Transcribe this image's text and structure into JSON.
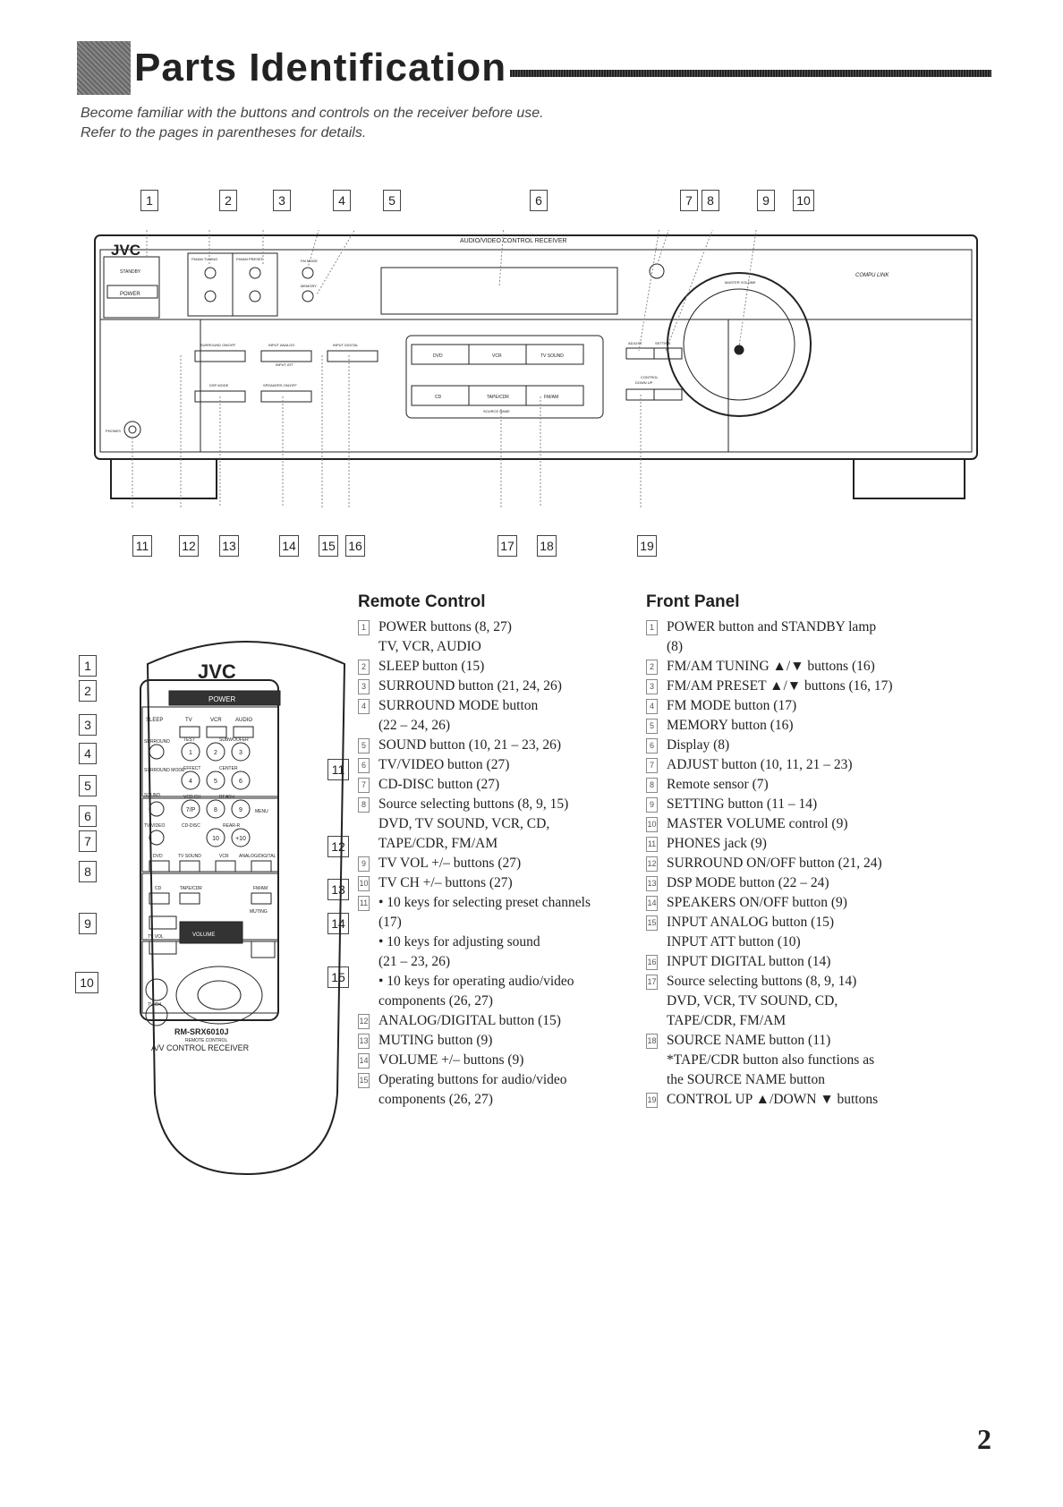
{
  "header": {
    "title": "Parts Identification",
    "intro_line1": "Become familiar with the buttons and controls on the receiver before use.",
    "intro_line2": "Refer to the pages in parentheses for details."
  },
  "receiver": {
    "brand": "JVC",
    "model_label": "AUDIO/VIDEO CONTROL RECEIVER",
    "standby": "STANDBY",
    "power": "POWER",
    "tuning": "FM/AM TUNING",
    "preset": "FM/AM PRESET",
    "fm_mode": "FM MODE",
    "memory": "MEMORY",
    "master_volume": "MASTER VOLUME",
    "surround": "SURROUND ON/OFF",
    "dsp_mode": "DSP MODE",
    "input_analog": "INPUT ANALOG",
    "input_att": "INPUT ATT",
    "input_digital": "INPUT DIGITAL",
    "speakers": "SPEAKERS ON/OFF",
    "src_dvd": "DVD",
    "src_vcr": "VCR",
    "src_tvsound": "TV SOUND",
    "src_cd": "CD",
    "src_tape": "TAPE/CDR",
    "src_fmam": "FM/AM",
    "source_name": "SOURCE NAME",
    "adjust": "ADJUST",
    "setting": "SETTING",
    "control": "CONTROL",
    "down_up": "DOWN  UP",
    "phones": "PHONES",
    "compulink": "COMPU LINK"
  },
  "front_callouts_top": [
    "1",
    "2",
    "3",
    "4",
    "5",
    "6",
    "7",
    "8",
    "9",
    "10"
  ],
  "front_callouts_bottom": [
    "11",
    "12",
    "13",
    "14",
    "15",
    "16",
    "17",
    "18",
    "19"
  ],
  "remote_callouts_left": [
    "1",
    "2",
    "3",
    "4",
    "5",
    "6",
    "7",
    "8",
    "9",
    "10"
  ],
  "remote_callouts_right": [
    "11",
    "12",
    "13",
    "14",
    "15"
  ],
  "remote": {
    "brand": "JVC",
    "power": "POWER",
    "sleep": "SLEEP",
    "tv": "TV",
    "vcr": "VCR",
    "audio": "AUDIO",
    "surround": "SURROUND",
    "surround_mode": "SURROUND MODE",
    "sound": "SOUND",
    "test": "TEST",
    "subwoofer": "SUBWOOFER",
    "effect": "EFFECT",
    "center": "CENTER",
    "vcr_ch": "VCR CH",
    "rear_l": "REAR-L",
    "rear_r": "REAR-R",
    "tv_video": "TV/VIDEO",
    "cd_disc": "CD-DISC",
    "menu": "MENU",
    "dvd": "DVD",
    "tv_sound": "TV SOUND",
    "analog_digital": "ANALOG/DIGITAL",
    "cd": "CD",
    "tape_cdr": "TAPE/CDR",
    "fm_am": "FM/AM",
    "muting": "MUTING",
    "tv_vol": "TV VOL",
    "volume": "VOLUME",
    "tv_ch": "TV CH",
    "model": "RM-SRX6010J",
    "remote_control": "REMOTE CONTROL",
    "av_receiver": "A/V CONTROL RECEIVER",
    "keys": [
      "1",
      "2",
      "3",
      "4",
      "5",
      "6",
      "7/P",
      "8",
      "9",
      "10",
      "+10"
    ]
  },
  "remote_list": {
    "heading": "Remote Control",
    "items": [
      {
        "n": "1",
        "lines": [
          "POWER buttons (8, 27)",
          "TV, VCR, AUDIO"
        ]
      },
      {
        "n": "2",
        "lines": [
          "SLEEP button (15)"
        ]
      },
      {
        "n": "3",
        "lines": [
          "SURROUND button (21, 24, 26)"
        ]
      },
      {
        "n": "4",
        "lines": [
          "SURROUND MODE button",
          "(22 – 24, 26)"
        ]
      },
      {
        "n": "5",
        "lines": [
          "SOUND button (10, 21 – 23, 26)"
        ]
      },
      {
        "n": "6",
        "lines": [
          "TV/VIDEO button (27)"
        ]
      },
      {
        "n": "7",
        "lines": [
          "CD-DISC button (27)"
        ]
      },
      {
        "n": "8",
        "lines": [
          "Source selecting buttons (8, 9, 15)",
          "DVD, TV SOUND, VCR, CD,",
          "TAPE/CDR, FM/AM"
        ]
      },
      {
        "n": "9",
        "lines": [
          "TV VOL +/– buttons (27)"
        ]
      },
      {
        "n": "10",
        "lines": [
          "TV CH +/– buttons (27)"
        ]
      },
      {
        "n": "11",
        "lines": [
          "• 10 keys for selecting preset channels",
          "(17)",
          "• 10 keys for adjusting sound",
          "(21 – 23, 26)",
          "• 10 keys for operating audio/video",
          "components (26, 27)"
        ]
      },
      {
        "n": "12",
        "lines": [
          "ANALOG/DIGITAL button (15)"
        ]
      },
      {
        "n": "13",
        "lines": [
          "MUTING button (9)"
        ]
      },
      {
        "n": "14",
        "lines": [
          "VOLUME +/– buttons (9)"
        ]
      },
      {
        "n": "15",
        "lines": [
          "Operating buttons for audio/video",
          "components (26, 27)"
        ]
      }
    ]
  },
  "front_list": {
    "heading": "Front Panel",
    "items": [
      {
        "n": "1",
        "lines": [
          "POWER button and STANDBY lamp",
          "(8)"
        ]
      },
      {
        "n": "2",
        "lines": [
          "FM/AM TUNING ▲/▼ buttons (16)"
        ]
      },
      {
        "n": "3",
        "lines": [
          "FM/AM PRESET ▲/▼ buttons (16, 17)"
        ]
      },
      {
        "n": "4",
        "lines": [
          "FM MODE button (17)"
        ]
      },
      {
        "n": "5",
        "lines": [
          "MEMORY button (16)"
        ]
      },
      {
        "n": "6",
        "lines": [
          "Display (8)"
        ]
      },
      {
        "n": "7",
        "lines": [
          "ADJUST button (10, 11, 21 – 23)"
        ]
      },
      {
        "n": "8",
        "lines": [
          "Remote sensor (7)"
        ]
      },
      {
        "n": "9",
        "lines": [
          "SETTING button (11 – 14)"
        ]
      },
      {
        "n": "10",
        "lines": [
          "MASTER VOLUME control (9)"
        ]
      },
      {
        "n": "11",
        "lines": [
          "PHONES jack (9)"
        ]
      },
      {
        "n": "12",
        "lines": [
          "SURROUND ON/OFF button (21, 24)"
        ]
      },
      {
        "n": "13",
        "lines": [
          "DSP MODE button (22 – 24)"
        ]
      },
      {
        "n": "14",
        "lines": [
          "SPEAKERS ON/OFF button (9)"
        ]
      },
      {
        "n": "15",
        "lines": [
          "INPUT ANALOG button (15)",
          "INPUT ATT button (10)"
        ]
      },
      {
        "n": "16",
        "lines": [
          "INPUT DIGITAL button (14)"
        ]
      },
      {
        "n": "17",
        "lines": [
          "Source selecting buttons (8, 9, 14)",
          "DVD, VCR, TV SOUND, CD,",
          "TAPE/CDR, FM/AM"
        ]
      },
      {
        "n": "18",
        "lines": [
          "SOURCE NAME button (11)",
          "*TAPE/CDR button also functions as",
          "the SOURCE NAME button"
        ]
      },
      {
        "n": "19",
        "lines": [
          "CONTROL UP ▲/DOWN ▼ buttons"
        ]
      }
    ]
  },
  "page_number": "2"
}
